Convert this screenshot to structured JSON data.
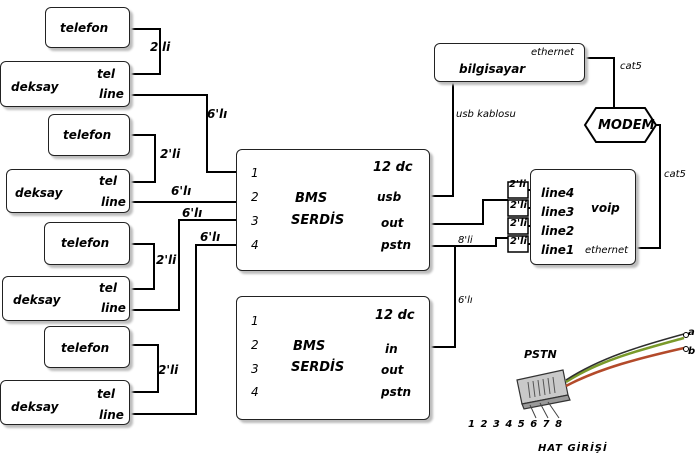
{
  "left_units": [
    {
      "phone": "telefon",
      "device": "deksay",
      "port1": "tel",
      "port2": "line",
      "cable": "2'li"
    },
    {
      "phone": "telefon",
      "device": "deksay",
      "port1": "tel",
      "port2": "line",
      "cable": "2'li"
    },
    {
      "phone": "telefon",
      "device": "deksay",
      "port1": "tel",
      "port2": "line",
      "cable": "2'li"
    },
    {
      "phone": "telefon",
      "device": "deksay",
      "port1": "tel",
      "port2": "line",
      "cable": "2'li"
    }
  ],
  "bms1": {
    "ports": [
      "1",
      "2",
      "3",
      "4"
    ],
    "name1": "BMS",
    "name2": "SERDİS",
    "right": [
      "12 dc",
      "usb",
      "out",
      "pstn"
    ]
  },
  "bms2": {
    "ports": [
      "1",
      "2",
      "3",
      "4"
    ],
    "name1": "BMS",
    "name2": "SERDİS",
    "right": [
      "12 dc",
      "in",
      "out",
      "pstn"
    ]
  },
  "computer": {
    "label": "bilgisayar",
    "port": "ethernet"
  },
  "modem": {
    "label": "MODEM"
  },
  "voip": {
    "lines": [
      "line4",
      "line3",
      "line2",
      "line1"
    ],
    "label": "voip",
    "port": "ethernet"
  },
  "cables": {
    "six_1": "6'lı",
    "six_2": "6'lı",
    "six_3": "6'lı",
    "six_4": "6'lı",
    "pstn_to_voip": "8'li",
    "bms2_link": "6'lı",
    "usb": "usb kablosu",
    "cat5_top": "cat5",
    "cat5_right": "cat5",
    "voip_ports": [
      "2'li",
      "2'li",
      "2'li",
      "2'li"
    ]
  },
  "jack": {
    "title": "PSTN",
    "pins": "1 2 3 4 5 6 7 8",
    "caption": "HAT GİRİŞİ",
    "wire_a": "a",
    "wire_b": "b"
  }
}
